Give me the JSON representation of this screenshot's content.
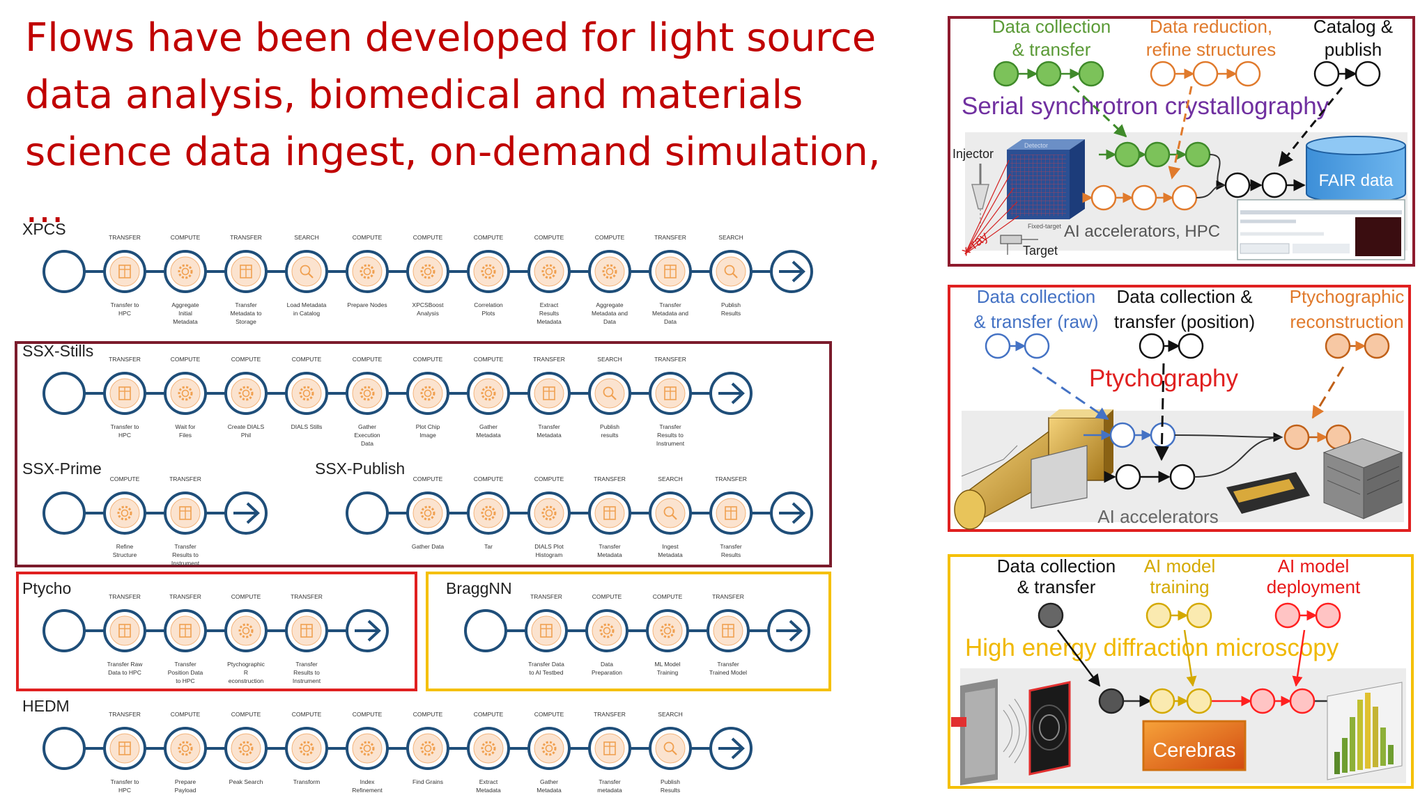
{
  "title": "Flows have been developed for light source data analysis, biomedical and materials science data ingest, on-demand simulation, …",
  "colors": {
    "title": "#c00000",
    "flow_line": "#1f4e79",
    "node_fill": "#fbe3cf",
    "node_icon": "#f0a050",
    "ssx_box": "#7b1c2c",
    "ptycho_box": "#e02020",
    "braggnn_box": "#f5c000",
    "green": "#70ad47",
    "orange": "#ed7d31",
    "purple": "#7030a0",
    "blue": "#4472c4",
    "yellow": "#e3b600",
    "red": "#ff2020"
  },
  "flows": [
    {
      "name": "XPCS",
      "steps": [
        {
          "type": "TRANSFER",
          "desc": "Transfer to HPC",
          "icon": "transfer-icon"
        },
        {
          "type": "COMPUTE",
          "desc": "Aggregate Initial Metadata",
          "icon": "gear-icon"
        },
        {
          "type": "TRANSFER",
          "desc": "Transfer Metadata to Storage",
          "icon": "transfer-icon"
        },
        {
          "type": "SEARCH",
          "desc": "Load Metadata in Catalog",
          "icon": "search-icon"
        },
        {
          "type": "COMPUTE",
          "desc": "Prepare Nodes",
          "icon": "gear-icon"
        },
        {
          "type": "COMPUTE",
          "desc": "XPCSBoost Analysis",
          "icon": "gear-icon"
        },
        {
          "type": "COMPUTE",
          "desc": "Correlation Plots",
          "icon": "gear-icon"
        },
        {
          "type": "COMPUTE",
          "desc": "Extract Results Metadata",
          "icon": "gear-icon"
        },
        {
          "type": "COMPUTE",
          "desc": "Aggregate Metadata and Data",
          "icon": "gear-icon"
        },
        {
          "type": "TRANSFER",
          "desc": "Transfer Metadata and Data",
          "icon": "transfer-icon"
        },
        {
          "type": "SEARCH",
          "desc": "Publish Results",
          "icon": "search-icon"
        }
      ]
    },
    {
      "name": "SSX-Stills",
      "steps": [
        {
          "type": "TRANSFER",
          "desc": "Transfer to HPC",
          "icon": "transfer-icon"
        },
        {
          "type": "COMPUTE",
          "desc": "Wait for Files",
          "icon": "gear-icon"
        },
        {
          "type": "COMPUTE",
          "desc": "Create DIALS Phil",
          "icon": "gear-icon"
        },
        {
          "type": "COMPUTE",
          "desc": "DIALS Stills",
          "icon": "gear-icon"
        },
        {
          "type": "COMPUTE",
          "desc": "Gather Execution Data",
          "icon": "gear-icon"
        },
        {
          "type": "COMPUTE",
          "desc": "Plot Chip Image",
          "icon": "gear-icon"
        },
        {
          "type": "COMPUTE",
          "desc": "Gather Metadata",
          "icon": "gear-icon"
        },
        {
          "type": "TRANSFER",
          "desc": "Transfer Metadata",
          "icon": "transfer-icon"
        },
        {
          "type": "SEARCH",
          "desc": "Publish results",
          "icon": "search-icon"
        },
        {
          "type": "TRANSFER",
          "desc": "Transfer Results to Instrument",
          "icon": "transfer-icon"
        }
      ]
    },
    {
      "name": "SSX-Prime",
      "steps": [
        {
          "type": "COMPUTE",
          "desc": "Refine Structure",
          "icon": "gear-icon"
        },
        {
          "type": "TRANSFER",
          "desc": "Transfer Results to Instrument",
          "icon": "transfer-icon"
        }
      ]
    },
    {
      "name": "SSX-Publish",
      "steps": [
        {
          "type": "COMPUTE",
          "desc": "Gather Data",
          "icon": "gear-icon"
        },
        {
          "type": "COMPUTE",
          "desc": "Tar",
          "icon": "gear-icon"
        },
        {
          "type": "COMPUTE",
          "desc": "DIALS Plot Histogram",
          "icon": "gear-icon"
        },
        {
          "type": "TRANSFER",
          "desc": "Transfer Metadata",
          "icon": "transfer-icon"
        },
        {
          "type": "SEARCH",
          "desc": "Ingest Metadata",
          "icon": "search-icon"
        },
        {
          "type": "TRANSFER",
          "desc": "Transfer Results",
          "icon": "transfer-icon"
        }
      ]
    },
    {
      "name": "Ptycho",
      "steps": [
        {
          "type": "TRANSFER",
          "desc": "Transfer Raw Data to HPC",
          "icon": "transfer-icon"
        },
        {
          "type": "TRANSFER",
          "desc": "Transfer Position Data to HPC",
          "icon": "transfer-icon"
        },
        {
          "type": "COMPUTE",
          "desc": "Ptychographic R econstruction",
          "icon": "gear-icon"
        },
        {
          "type": "TRANSFER",
          "desc": "Transfer Results to Instrument",
          "icon": "transfer-icon"
        }
      ]
    },
    {
      "name": "BraggNN",
      "steps": [
        {
          "type": "TRANSFER",
          "desc": "Transfer Data to AI Testbed",
          "icon": "transfer-icon"
        },
        {
          "type": "COMPUTE",
          "desc": "Data Preparation",
          "icon": "gear-icon"
        },
        {
          "type": "COMPUTE",
          "desc": "ML Model Training",
          "icon": "gear-icon"
        },
        {
          "type": "TRANSFER",
          "desc": "Transfer Trained Model",
          "icon": "transfer-icon"
        }
      ]
    },
    {
      "name": "HEDM",
      "steps": [
        {
          "type": "TRANSFER",
          "desc": "Transfer to HPC",
          "icon": "transfer-icon"
        },
        {
          "type": "COMPUTE",
          "desc": "Prepare Payload",
          "icon": "gear-icon"
        },
        {
          "type": "COMPUTE",
          "desc": "Peak Search",
          "icon": "gear-icon"
        },
        {
          "type": "COMPUTE",
          "desc": "Transform",
          "icon": "gear-icon"
        },
        {
          "type": "COMPUTE",
          "desc": "Index Refinement",
          "icon": "gear-icon"
        },
        {
          "type": "COMPUTE",
          "desc": "Find Grains",
          "icon": "gear-icon"
        },
        {
          "type": "COMPUTE",
          "desc": "Extract Metadata",
          "icon": "gear-icon"
        },
        {
          "type": "COMPUTE",
          "desc": "Gather Metadata",
          "icon": "gear-icon"
        },
        {
          "type": "TRANSFER",
          "desc": "Transfer metadata",
          "icon": "transfer-icon"
        },
        {
          "type": "SEARCH",
          "desc": "Publish Results",
          "icon": "search-icon"
        }
      ]
    }
  ],
  "panels": {
    "ssx": {
      "heading_collect": "Data collection & transfer",
      "heading_reduce": "Data reduction, refine structures",
      "heading_publish": "Catalog & publish",
      "title": "Serial synchrotron crystallography",
      "injector": "Injector",
      "detector": "Detector",
      "xray": "x-ray",
      "fixed_target": "Fixed-target",
      "target": "Target",
      "hpc": "AI accelerators, HPC",
      "fair": "FAIR data"
    },
    "ptycho": {
      "heading_raw": "Data collection & transfer (raw)",
      "heading_position": "Data collection & transfer (position)",
      "heading_recon": "Ptychographic reconstruction",
      "title": "Ptychography",
      "accel": "AI accelerators"
    },
    "hedm": {
      "heading_collect": "Data collection & transfer",
      "heading_training": "AI model training",
      "heading_deploy": "AI model deployment",
      "title": "High energy diffraction microscopy",
      "cerebras": "Cerebras"
    }
  }
}
